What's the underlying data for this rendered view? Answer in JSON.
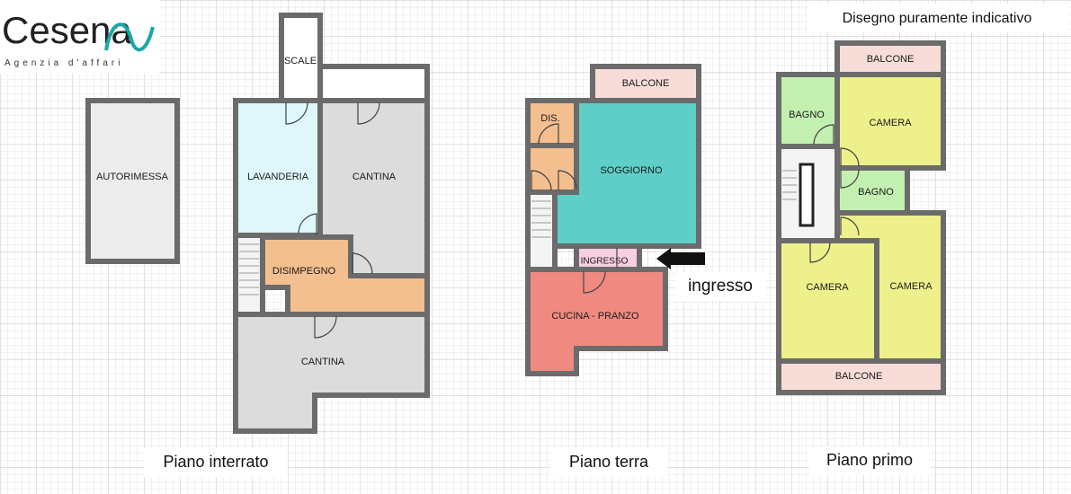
{
  "logo": {
    "text": "Cesena",
    "tagline": "Agenzia d'affari"
  },
  "note": "Disegno puramente indicativo",
  "entrance_label": "ingresso",
  "floors": [
    {
      "id": "interrato",
      "caption": "Piano interrato"
    },
    {
      "id": "terra",
      "caption": "Piano terra"
    },
    {
      "id": "primo",
      "caption": "Piano primo"
    }
  ],
  "rooms": {
    "autorimessa": "AUTORIMESSA",
    "scale": "SCALE",
    "lavanderia": "LAVANDERIA",
    "cantina_top": "CANTINA",
    "disimpegno": "DISIMPEGNO",
    "cantina_bottom": "CANTINA",
    "balcone_terra": "BALCONE",
    "dis": "DIS.",
    "soggiorno": "SOGGIORNO",
    "ingresso": "INGRESSO",
    "cucina": "CUCINA - PRANZO",
    "balcone_top": "BALCONE",
    "bagno_1": "BAGNO",
    "camera_1": "CAMERA",
    "bagno_2": "BAGNO",
    "camera_2": "CAMERA",
    "camera_3": "CAMERA",
    "balcone_bottom": "BALCONE"
  },
  "colors": {
    "grid_minor": "#e6e6e6",
    "grid_major": "#c4c4c4",
    "wall": "#6b6b6b",
    "grey_room": "#dcdcdc",
    "light_grey_room": "#ececec",
    "cyan_room": "#dff7fa",
    "orange_room": "#f4bf8e",
    "pink_room": "#f7dcd8",
    "teal_room": "#5fcdc8",
    "light_pink_room": "#f7cfe0",
    "salmon_room": "#f08a80",
    "green_room": "#c3f0b0",
    "yellow_room": "#eef08c",
    "logo_teal": "#1aa8a8"
  }
}
